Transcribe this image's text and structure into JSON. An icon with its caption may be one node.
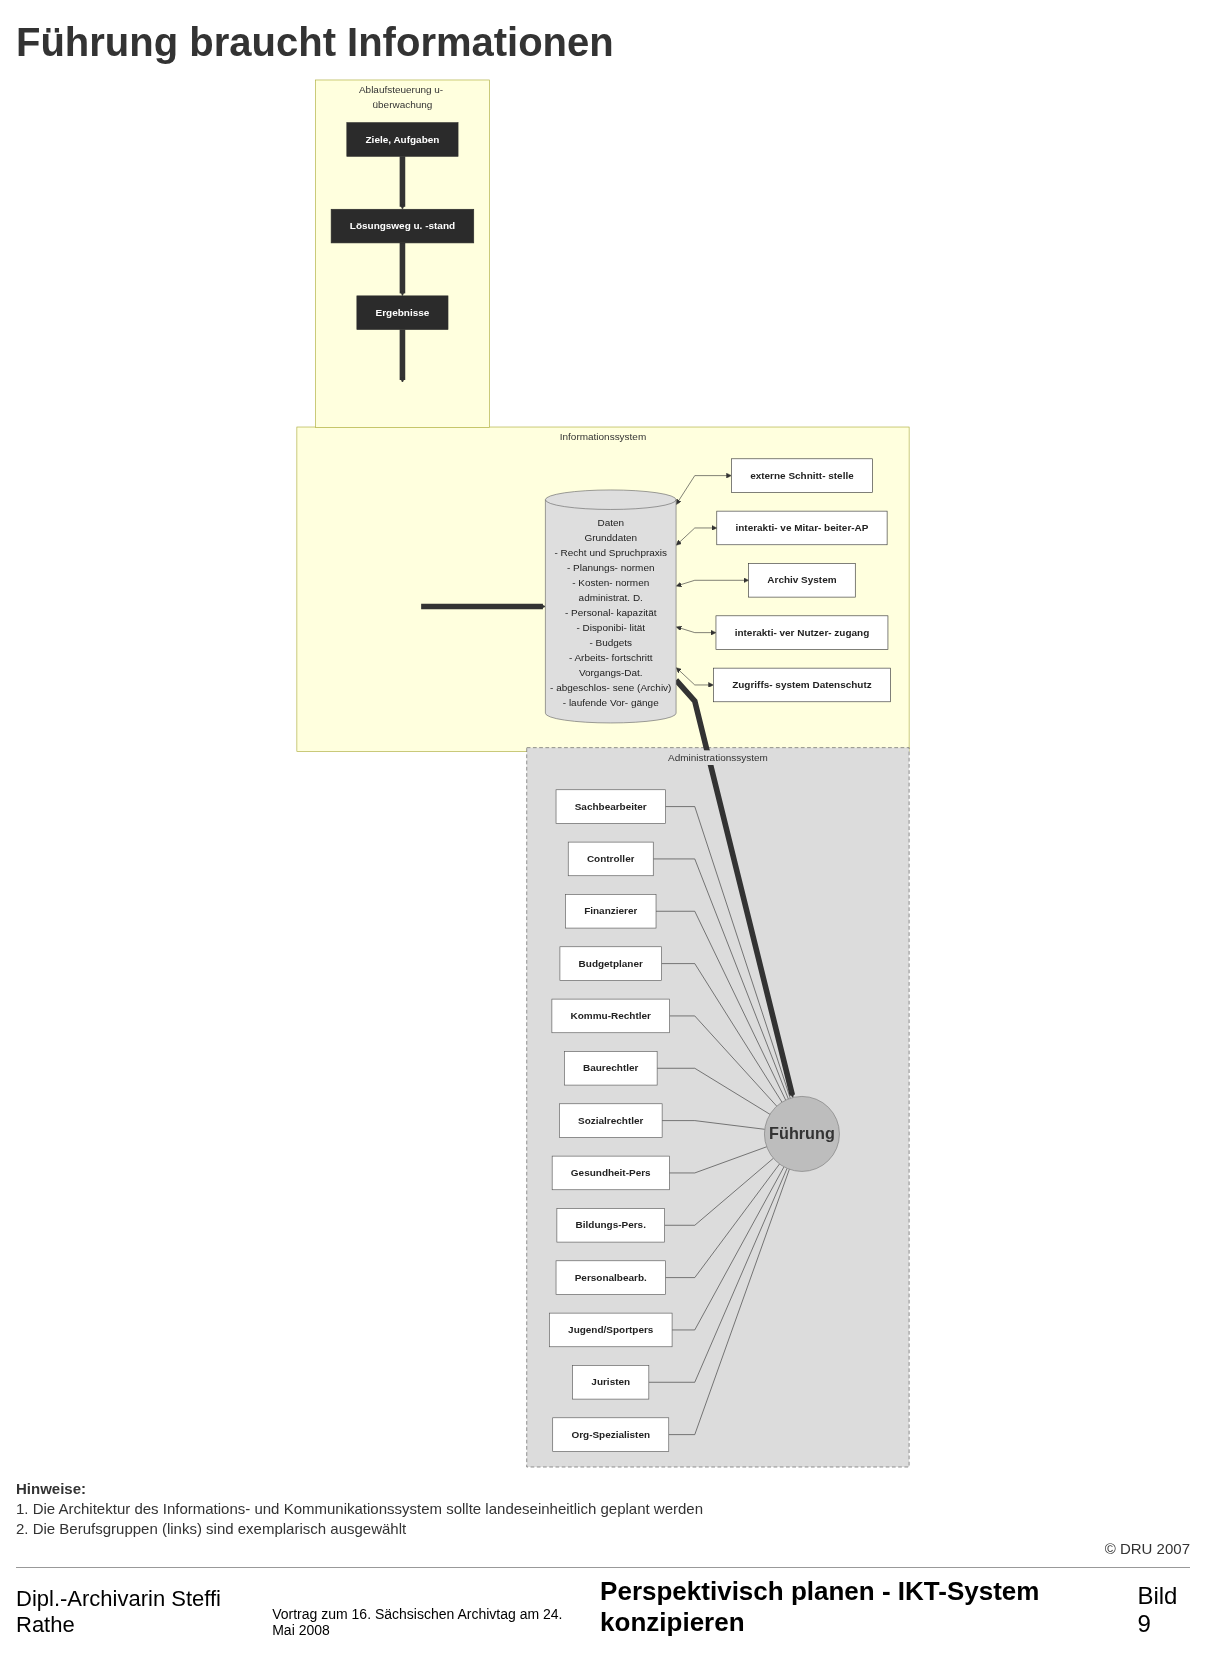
{
  "diagram": {
    "title": "Führung braucht Informationen",
    "nodes": [
      {
        "text": [
          "Administrationssystem"
        ]
      },
      {
        "text": [
          "Sachbearbeiter"
        ],
        "in": 0
      },
      {
        "text": [
          "Controller"
        ],
        "in": 0
      },
      {
        "text": [
          "Finanzierer"
        ],
        "in": 0
      },
      {
        "text": [
          "Budgetplaner"
        ],
        "in": 0
      },
      {
        "text": [
          "Kommu-Rechtler"
        ],
        "in": 0
      },
      {
        "text": [
          "Baurechtler"
        ],
        "in": 0
      },
      {
        "text": [
          "Sozialrechtler"
        ],
        "in": 0
      },
      {
        "text": [
          "Gesundheit-Pers"
        ],
        "in": 0
      },
      {
        "text": [
          "Bildungs-Pers."
        ],
        "in": 0
      },
      {
        "text": [
          "Personalbearb."
        ],
        "in": 0
      },
      {
        "text": [
          "Jugend/Sportpers"
        ],
        "in": 0
      },
      {
        "text": [
          "Juristen"
        ],
        "in": 0
      },
      {
        "text": [
          "Org-Spezialisten"
        ],
        "in": 0
      },
      {
        "text": [
          "Führung"
        ],
        "in": 0
      },
      {
        "text": [
          "Informationssystem"
        ]
      },
      {
        "text": [
          "Daten",
          "Grunddaten",
          "- Recht und Spruchpraxis",
          "- Planungs- normen",
          "- Kosten- normen",
          "administrat. D.",
          "- Personal- kapazität",
          "- Disponibi- lität",
          "- Budgets",
          "- Arbeits- fortschritt",
          "Vorgangs-Dat.",
          "- abgeschlos- sene (Archiv)",
          "- laufende Vor- gänge"
        ],
        "in": 15
      },
      {
        "text": [
          "externe Schnitt- stelle"
        ],
        "in": 15
      },
      {
        "text": [
          "interakti- ve Mitar- beiter-AP"
        ],
        "in": 15
      },
      {
        "text": [
          "Archiv System"
        ],
        "in": 15
      },
      {
        "text": [
          "interakti- ver Nutzer- zugang"
        ],
        "in": 15
      },
      {
        "text": [
          "Zugriffs- system Datenschutz"
        ],
        "in": 15
      },
      {
        "text": [
          "Ablaufsteuerung u- überwachung"
        ]
      },
      {
        "text": [
          "Ziele, Aufgaben"
        ],
        "in": 22
      },
      {
        "text": [
          "Lösungsweg u. -stand"
        ],
        "in": 22
      },
      {
        "text": [
          "Ergebnisse"
        ],
        "in": 22
      }
    ],
    "edges": [
      {
        "from": 1,
        "to": 14,
        "arrow": "none"
      },
      {
        "from": 2,
        "to": 14,
        "arrow": "none"
      },
      {
        "from": 3,
        "to": 14,
        "arrow": "none"
      },
      {
        "from": 4,
        "to": 14,
        "arrow": "none"
      },
      {
        "from": 5,
        "to": 14,
        "arrow": "none"
      },
      {
        "from": 6,
        "to": 14,
        "arrow": "none"
      },
      {
        "from": 7,
        "to": 14,
        "arrow": "none"
      },
      {
        "from": 8,
        "to": 14,
        "arrow": "none"
      },
      {
        "from": 9,
        "to": 14,
        "arrow": "none"
      },
      {
        "from": 10,
        "to": 14,
        "arrow": "none"
      },
      {
        "from": 11,
        "to": 14,
        "arrow": "none"
      },
      {
        "from": 12,
        "to": 14,
        "arrow": "none"
      },
      {
        "from": 13,
        "to": 14,
        "arrow": "none"
      },
      {
        "from": 16,
        "to": 14,
        "arrow": "to",
        "style": "thick"
      },
      {
        "from": null,
        "to": 16,
        "arrow": "to",
        "style": "thick"
      },
      {
        "from": 16,
        "to": 17,
        "arrow": "both"
      },
      {
        "from": 16,
        "to": 18,
        "arrow": "both"
      },
      {
        "from": 16,
        "to": 19,
        "arrow": "both"
      },
      {
        "from": 16,
        "to": 20,
        "arrow": "both"
      },
      {
        "from": 16,
        "to": 21,
        "arrow": "both"
      },
      {
        "from": 23,
        "to": 24,
        "arrow": "to",
        "style": "thick"
      },
      {
        "from": 24,
        "to": 25,
        "arrow": "to",
        "style": "thick"
      },
      {
        "from": 25,
        "to": null,
        "arrow": "to",
        "style": "thick"
      }
    ],
    "labels": [
      "Hinweise:",
      "1. Die Architektur des Informations- und Kommunikationssystem sollte landeseinheitlich geplant werden",
      "2. Die Berufsgruppen (links) sind exemplarisch ausgewählt",
      "© DRU 2007",
      "Dipl.-Archivarin Steffi Rathe",
      "Vortrag zum 16. Sächsischen Archivtag am 24. Mai 2008",
      "Perspektivisch planen - IKT-System konzipieren",
      "Bild 9"
    ]
  }
}
